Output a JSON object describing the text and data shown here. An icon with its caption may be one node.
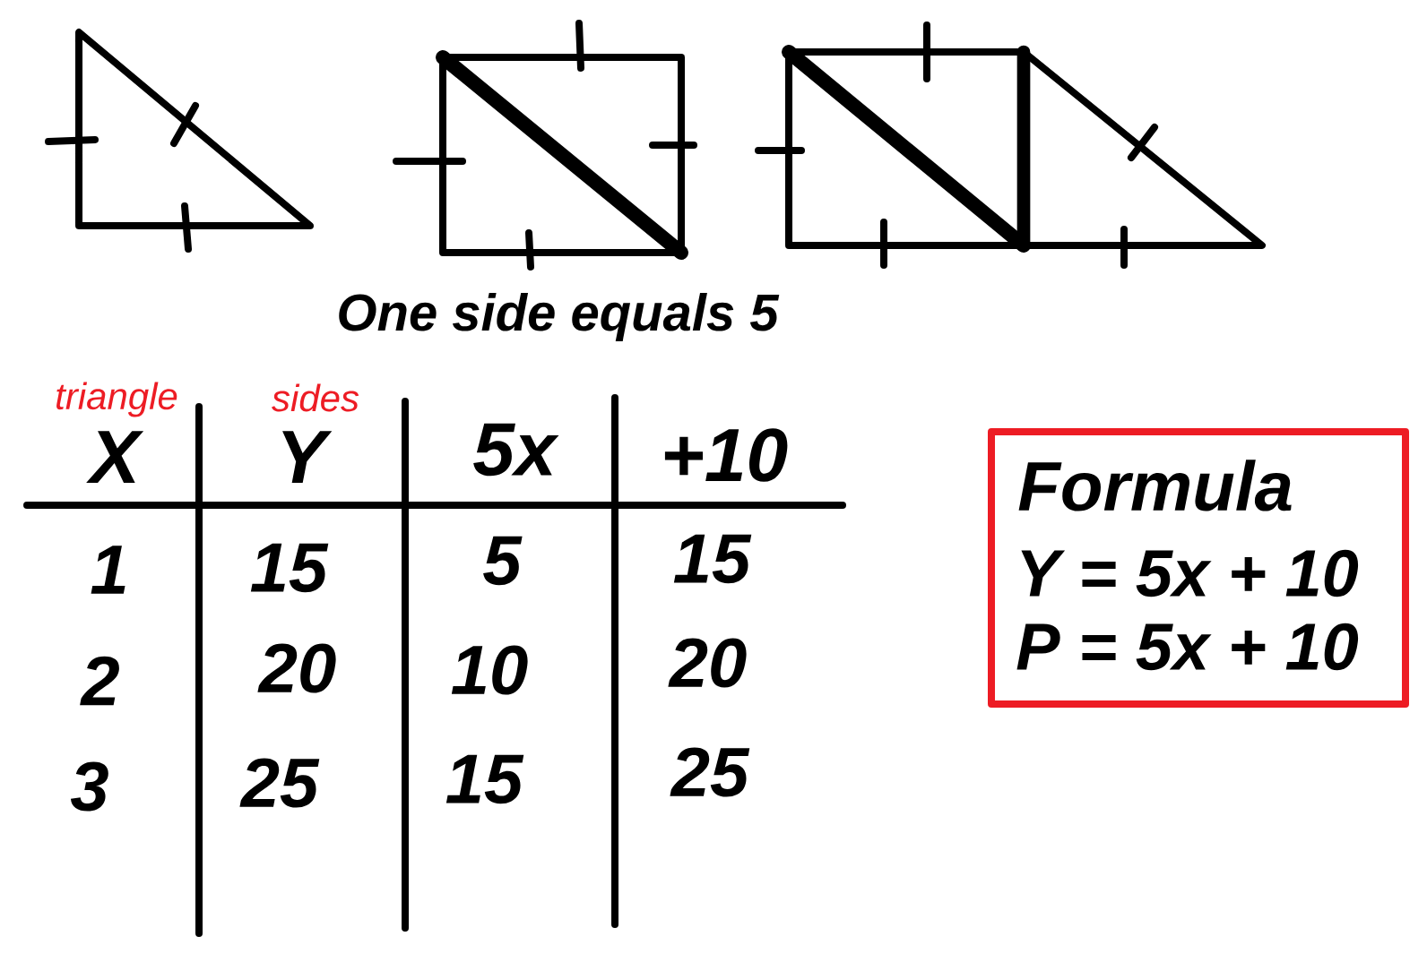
{
  "diagram": {
    "nodes": [
      {
        "text": [
          "Formula",
          "Y = 5x + 10",
          "P = 5x + 10"
        ]
      }
    ],
    "labels": [
      "One side equals 5",
      "triangle",
      "sides",
      "X",
      "Y",
      "5x",
      "+10",
      "1",
      "15",
      "5",
      "15",
      "2",
      "20",
      "10",
      "20",
      "3",
      "25",
      "15",
      "25"
    ]
  }
}
